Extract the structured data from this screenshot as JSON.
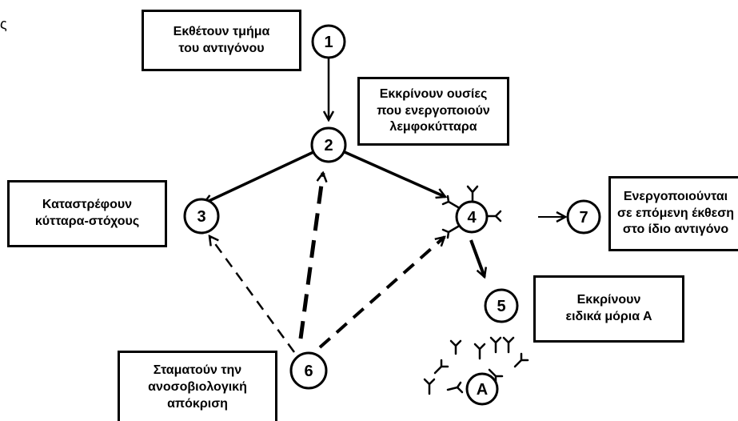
{
  "corner_text": "ς",
  "nodes": [
    {
      "id": "1",
      "label": "1"
    },
    {
      "id": "2",
      "label": "2"
    },
    {
      "id": "3",
      "label": "3"
    },
    {
      "id": "4",
      "label": "4"
    },
    {
      "id": "5",
      "label": "5"
    },
    {
      "id": "6",
      "label": "6"
    },
    {
      "id": "7",
      "label": "7"
    },
    {
      "id": "A",
      "label": "A"
    }
  ],
  "labels": {
    "node1": "Εκθέτουν τμήμα\nτου αντιγόνου",
    "node2": "Εκκρίνουν ουσίες\nπου ενεργοποιούν\nλεμφοκύτταρα",
    "node3": "Καταστρέφουν\nκύτταρα-στόχους",
    "node7": "Ενεργοποιούνται\nσε επόμενη έκθεση\nστο ίδιο αντιγόνο",
    "node5": "Εκκρίνουν\nειδικά μόρια Α",
    "node6": "Σταματούν την\nανοσοβιολογική\nαπόκριση"
  },
  "edges": [
    {
      "from": "1",
      "to": "2",
      "style": "solid"
    },
    {
      "from": "2",
      "to": "3",
      "style": "solid"
    },
    {
      "from": "2",
      "to": "4",
      "style": "solid"
    },
    {
      "from": "4",
      "to": "7",
      "style": "solid"
    },
    {
      "from": "4",
      "to": "5",
      "style": "solid"
    },
    {
      "from": "6",
      "to": "3",
      "style": "dashed"
    },
    {
      "from": "6",
      "to": "2",
      "style": "dashed"
    },
    {
      "from": "6",
      "to": "4",
      "style": "dashed"
    }
  ],
  "colors": {
    "stroke": "#000000",
    "fill": "#ffffff"
  }
}
